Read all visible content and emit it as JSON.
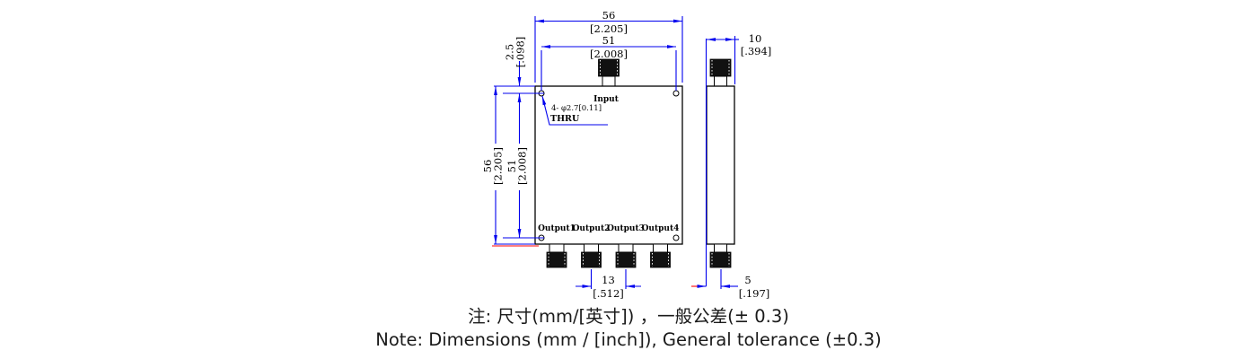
{
  "drawing": {
    "front_view": {
      "input_label": "Input",
      "output_labels": [
        "Output1",
        "Output2",
        "Output3",
        "Output4"
      ],
      "hole_callout_line1": "4- φ2.7[0.11]",
      "hole_callout_line2": "THRU"
    },
    "dimensions": {
      "body_width": {
        "mm": "56",
        "inch": "[2.205]"
      },
      "hole_span_top": {
        "mm": "51",
        "inch": "[2.008]"
      },
      "hole_offset": {
        "mm": "2.5",
        "inch": "[.098]"
      },
      "body_depth": {
        "mm": "10",
        "inch": "[.394]"
      },
      "body_height": {
        "mm": "56",
        "inch": "[2.205]"
      },
      "hole_span_left": {
        "mm": "51",
        "inch": "[2.008]"
      },
      "output_pitch": {
        "mm": "13",
        "inch": "[.512]"
      },
      "connector_offset": {
        "mm": "5",
        "inch": "[.197]"
      }
    },
    "colors": {
      "dimension_blue": "#0000EE",
      "outline_black": "#000000",
      "defpoint_red": "#FF0000"
    }
  },
  "note": {
    "line1": "注: 尺寸(mm/[英寸]) ，一般公差(± 0.3)",
    "line2": "Note: Dimensions (mm / [inch]), General tolerance (±0.3)"
  }
}
